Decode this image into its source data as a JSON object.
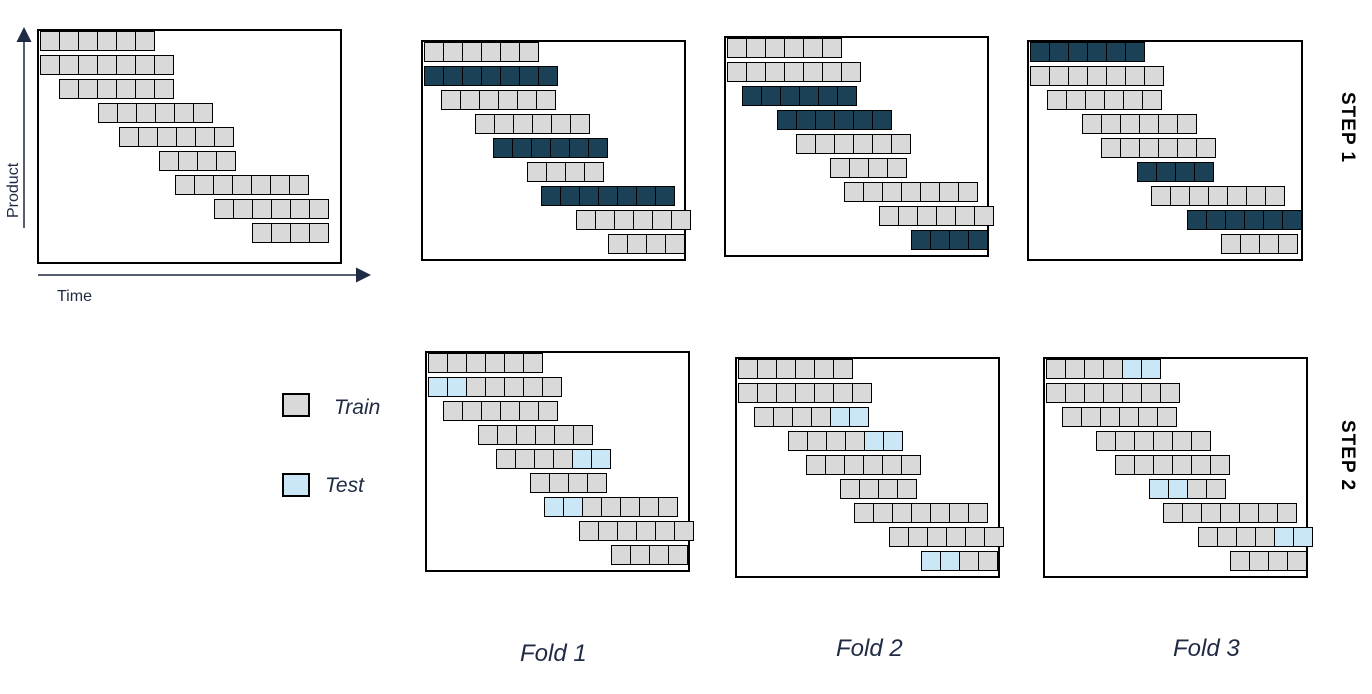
{
  "labels": {
    "x_axis": "Time",
    "y_axis": "Product",
    "step1": "STEP 1",
    "step2": "STEP 2"
  },
  "legend": [
    {
      "label": "Train",
      "state": "train"
    },
    {
      "label": "Test",
      "state": "test"
    }
  ],
  "folds": [
    "Fold 1",
    "Fold 2",
    "Fold 3"
  ],
  "colors": {
    "train": "#d9d9d9",
    "selected": "#1b4157",
    "test": "#c9e7f6",
    "axis": "#1f2a44"
  },
  "series_structure": [
    {
      "start": 0,
      "length": 6
    },
    {
      "start": 0,
      "length": 7
    },
    {
      "start": 1,
      "length": 6
    },
    {
      "start": 3,
      "length": 6
    },
    {
      "start": 4,
      "length": 6
    },
    {
      "start": 6,
      "length": 4
    },
    {
      "start": 7,
      "length": 7
    },
    {
      "start": 9,
      "length": 6
    },
    {
      "start": 11,
      "length": 4
    }
  ],
  "step1_selected_rows": [
    [
      1,
      4,
      6
    ],
    [
      2,
      3,
      8
    ],
    [
      0,
      5,
      7
    ]
  ],
  "step2_test_cells": [
    [
      [
        1,
        [
          0,
          1
        ]
      ],
      [
        4,
        [
          4,
          5
        ]
      ],
      [
        6,
        [
          0,
          1
        ]
      ]
    ],
    [
      [
        2,
        [
          4,
          5
        ]
      ],
      [
        3,
        [
          4,
          5
        ]
      ],
      [
        8,
        [
          0,
          1
        ]
      ]
    ],
    [
      [
        0,
        [
          4,
          5
        ]
      ],
      [
        5,
        [
          0,
          1
        ]
      ],
      [
        7,
        [
          4,
          5
        ]
      ]
    ]
  ]
}
